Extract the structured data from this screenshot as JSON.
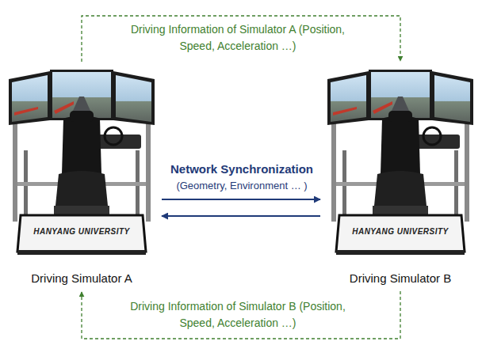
{
  "diagram": {
    "nodes": [
      {
        "text": [
          "HANYANG UNIVERSITY",
          "Driving Simulator A"
        ]
      },
      {
        "text": [
          "HANYANG UNIVERSITY",
          "Driving Simulator B"
        ]
      }
    ],
    "edges": [
      {
        "from": 0,
        "to": 1,
        "arrow": "to",
        "label": "Driving Information of Simulator A (Position, Speed, Acceleration …)"
      },
      {
        "from": 0,
        "to": 1,
        "arrow": "to",
        "label": "Network Synchronization (Geometry, Environment … )"
      },
      {
        "from": 1,
        "to": 0,
        "arrow": "to"
      },
      {
        "from": 1,
        "to": 0,
        "arrow": "to",
        "label": "Driving Information of Simulator B (Position, Speed, Acceleration …)"
      }
    ]
  }
}
